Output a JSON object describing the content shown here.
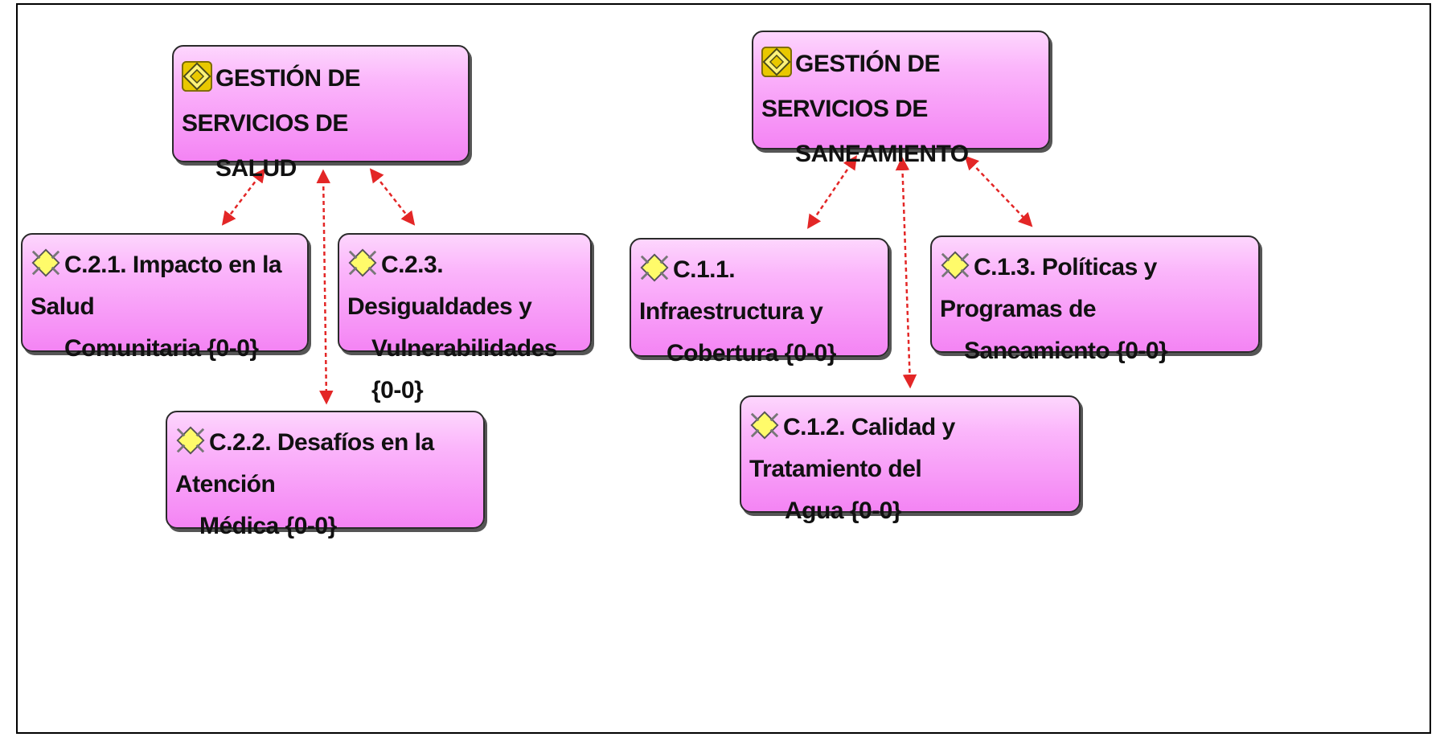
{
  "colors": {
    "node_fill_top": "#fdd6fd",
    "node_fill_bottom": "#f484f4",
    "link": "#e32626",
    "border": "#2a2a2a"
  },
  "nodes": {
    "salud": {
      "line1": "GESTIÓN DE SERVICIOS DE",
      "line2": "SALUD",
      "icon": "category-icon"
    },
    "c21": {
      "line1": "C.2.1. Impacto en la Salud",
      "line2": "Comunitaria {0-0}",
      "icon": "code-icon"
    },
    "c22": {
      "line1": "C.2.2. Desafíos en la Atención",
      "line2": "Médica {0-0}",
      "icon": "code-icon"
    },
    "c23": {
      "line1": "C.2.3. Desigualdades y",
      "line2": "Vulnerabilidades {0-0}",
      "icon": "code-icon"
    },
    "saneamiento": {
      "line1": "GESTIÓN DE SERVICIOS DE",
      "line2": "SANEAMIENTO",
      "icon": "category-icon"
    },
    "c11": {
      "line1": "C.1.1. Infraestructura y",
      "line2": "Cobertura {0-0}",
      "icon": "code-icon"
    },
    "c12": {
      "line1": "C.1.2. Calidad y Tratamiento del",
      "line2": "Agua {0-0}",
      "icon": "code-icon"
    },
    "c13": {
      "line1": "C.1.3. Políticas y Programas de",
      "line2": "Saneamiento {0-0}",
      "icon": "code-icon"
    }
  }
}
